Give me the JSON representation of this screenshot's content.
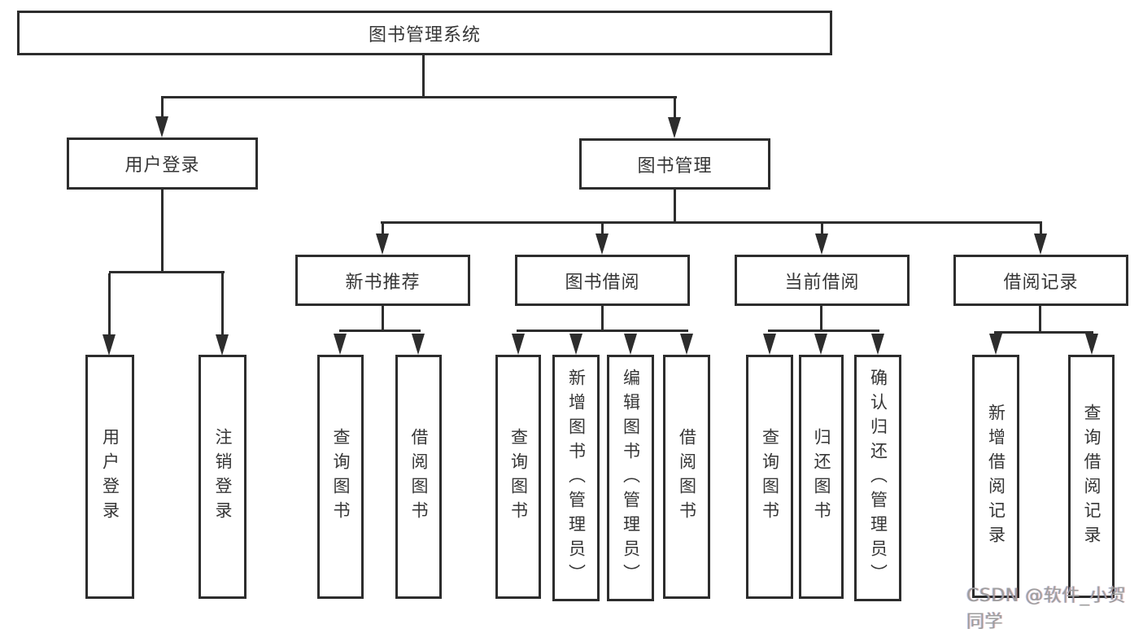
{
  "diagram": {
    "root": {
      "label": "图书管理系统"
    },
    "level2": [
      {
        "label": "用户登录"
      },
      {
        "label": "图书管理"
      }
    ],
    "level3": [
      {
        "label": "新书推荐"
      },
      {
        "label": "图书借阅"
      },
      {
        "label": "当前借阅"
      },
      {
        "label": "借阅记录"
      }
    ],
    "leaves": [
      {
        "label": "用户登录"
      },
      {
        "label": "注销登录"
      },
      {
        "label": "查询图书"
      },
      {
        "label": "借阅图书"
      },
      {
        "label": "查询图书"
      },
      {
        "label": "新增图书（管理员）"
      },
      {
        "label": "编辑图书（管理员）"
      },
      {
        "label": "借阅图书"
      },
      {
        "label": "查询图书"
      },
      {
        "label": "归还图书"
      },
      {
        "label": "确认归还（管理员）"
      },
      {
        "label": "新增借阅记录"
      },
      {
        "label": "查询借阅记录"
      }
    ]
  },
  "watermark": {
    "text": "CSDN @软件_小贺同学"
  },
  "colors": {
    "line": "#2d2d2d",
    "text": "#363636",
    "watermark": "#9d9d9d",
    "background": "#ffffff"
  }
}
